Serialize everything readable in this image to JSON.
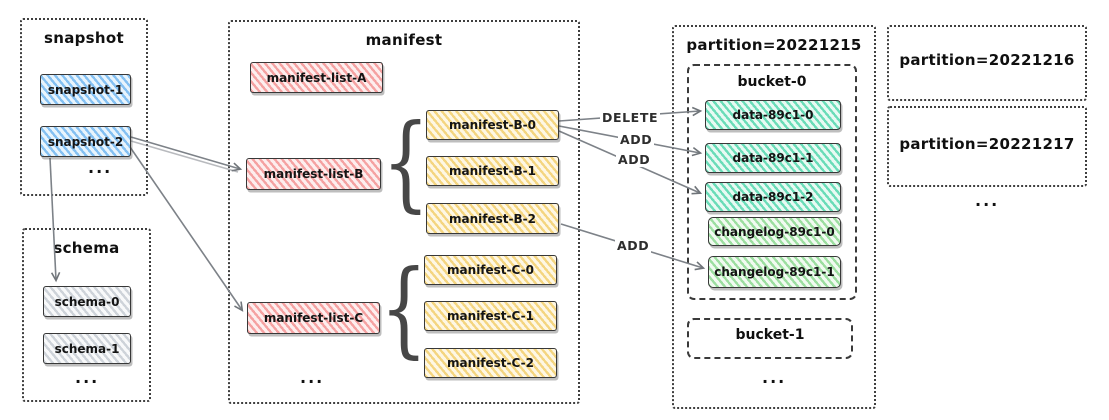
{
  "snapshot": {
    "title": "snapshot",
    "items": [
      "snapshot-1",
      "snapshot-2"
    ],
    "more": "..."
  },
  "schema": {
    "title": "schema",
    "items": [
      "schema-0",
      "schema-1"
    ],
    "more": "..."
  },
  "manifest": {
    "title": "manifest",
    "brace": "{",
    "lists": [
      "manifest-list-A",
      "manifest-list-B",
      "manifest-list-C"
    ],
    "b_files": [
      "manifest-B-0",
      "manifest-B-1",
      "manifest-B-2"
    ],
    "c_files": [
      "manifest-C-0",
      "manifest-C-1",
      "manifest-C-2"
    ],
    "more": "..."
  },
  "partition_20221215": {
    "title": "partition=20221215",
    "bucket_0": {
      "title": "bucket-0",
      "data_files": [
        "data-89c1-0",
        "data-89c1-1",
        "data-89c1-2"
      ],
      "changelog_files": [
        "changelog-89c1-0",
        "changelog-89c1-1"
      ]
    },
    "bucket_1": {
      "title": "bucket-1"
    },
    "more": "..."
  },
  "partition_20221216": {
    "title": "partition=20221216"
  },
  "partition_20221217": {
    "title": "partition=20221217"
  },
  "partitions_more": "...",
  "edges": {
    "labels": [
      "DELETE",
      "ADD",
      "ADD",
      "ADD"
    ]
  },
  "colors": {
    "snapshot_fill": "#a5d8ff",
    "manifest_list_fill": "#ffc9c9",
    "manifest_file_fill": "#ffec99",
    "data_file_fill": "#96f2d7",
    "changelog_fill": "#b2f2bb",
    "schema_fill": "#e9ecef",
    "node_stroke": "#383838",
    "arrow": "#7d8288"
  }
}
